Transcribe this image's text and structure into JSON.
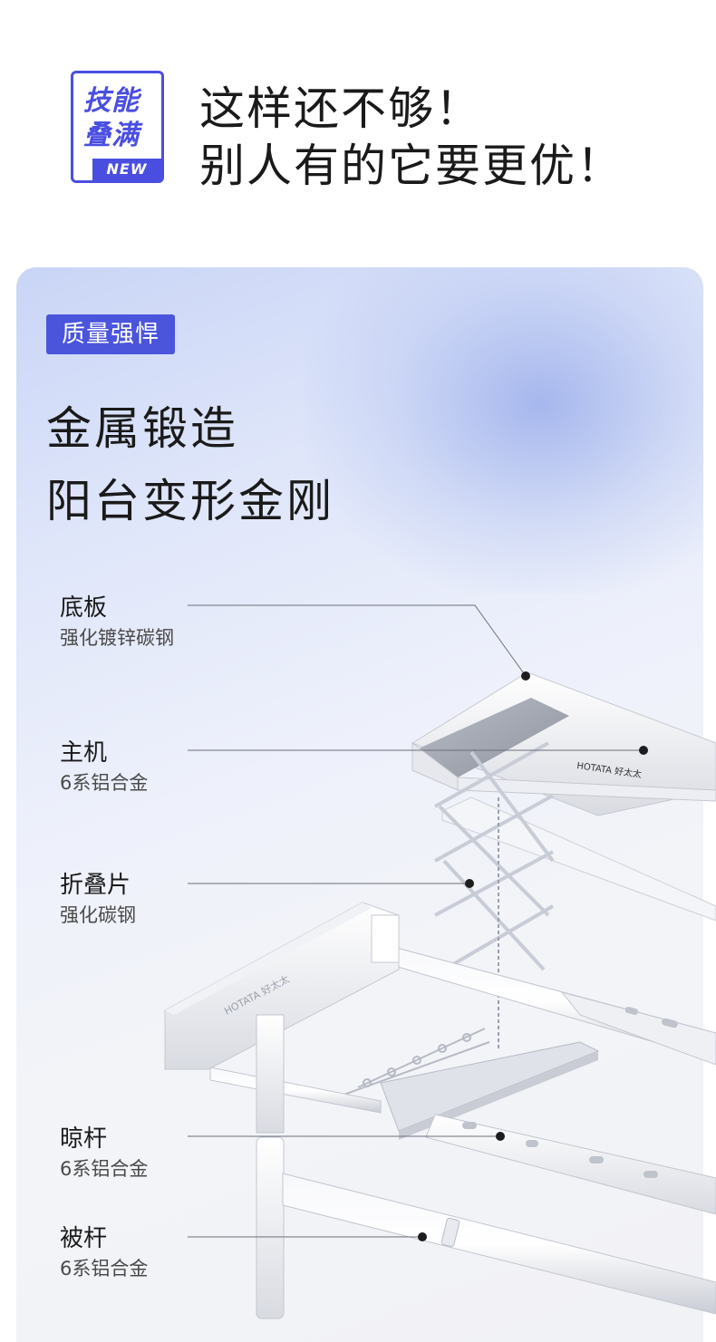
{
  "badge": {
    "line1": "技能",
    "line2": "叠满",
    "new": "NEW"
  },
  "headline": {
    "line1": "这样还不够！",
    "line2": "别人有的它要更优！"
  },
  "panel": {
    "tag": "质量强悍",
    "title_line1": "金属锻造",
    "title_line2": "阳台变形金刚"
  },
  "labels": [
    {
      "name": "底板",
      "desc": "强化镀锌碳钢"
    },
    {
      "name": "主机",
      "desc": "6系铝合金"
    },
    {
      "name": "折叠片",
      "desc": "强化碳钢"
    },
    {
      "name": "晾杆",
      "desc": "6系铝合金"
    },
    {
      "name": "被杆",
      "desc": "6系铝合金"
    }
  ],
  "product": {
    "brand_text": "HOTATA 好太太"
  },
  "colors": {
    "accent": "#4a55dc",
    "badge": "#4a4ee0"
  }
}
